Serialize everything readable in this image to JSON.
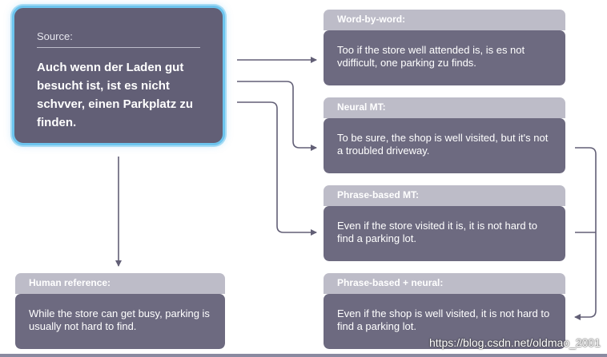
{
  "source": {
    "label": "Source:",
    "text": "Auch wenn der Laden gut besucht ist, ist es nicht schvver, einen Parkplatz zu finden."
  },
  "cards": [
    {
      "title": "Word-by-word:",
      "text": "Too if the store well attended is, is es not vdifficult, one parking zu finds."
    },
    {
      "title": "Neural MT:",
      "text": "To be sure, the shop is well visited, but it's not a troubled driveway."
    },
    {
      "title": "Phrase-based MT:",
      "text": "Even if the store visited it is, it is not hard to find a parking lot."
    },
    {
      "title": "Phrase-based + neural:",
      "text": "Even if the shop is well visited, it is not hard to find a parking lot."
    }
  ],
  "human": {
    "title": "Human reference:",
    "text": "While the store can get busy, parking is usually not hard to find."
  },
  "watermark": "https://blog.csdn.net/oldmao_2001",
  "colors": {
    "card_body": "#6d6a80",
    "card_header": "#bdbcc8",
    "source_border": "#6cc4ee",
    "connector": "#625f76"
  }
}
